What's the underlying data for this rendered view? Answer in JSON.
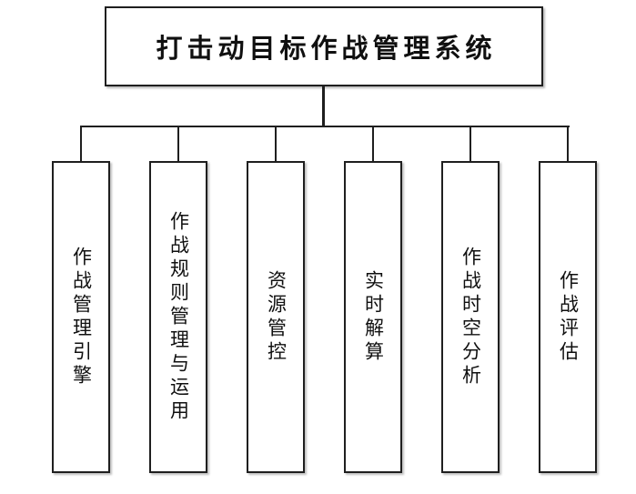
{
  "diagram": {
    "title_box": {
      "label": "打击动目标作战管理系统"
    },
    "modules": [
      {
        "label": "作战管理引擎"
      },
      {
        "label": "作战规则管理与运用"
      },
      {
        "label": "资源管控"
      },
      {
        "label": "实时解算"
      },
      {
        "label": "作战时空分析"
      },
      {
        "label": "作战评估"
      }
    ],
    "colors": {
      "line": "#1f1f1f",
      "text": "#101010",
      "box_background": "#ffffff",
      "page_background": "#ffffff"
    }
  }
}
